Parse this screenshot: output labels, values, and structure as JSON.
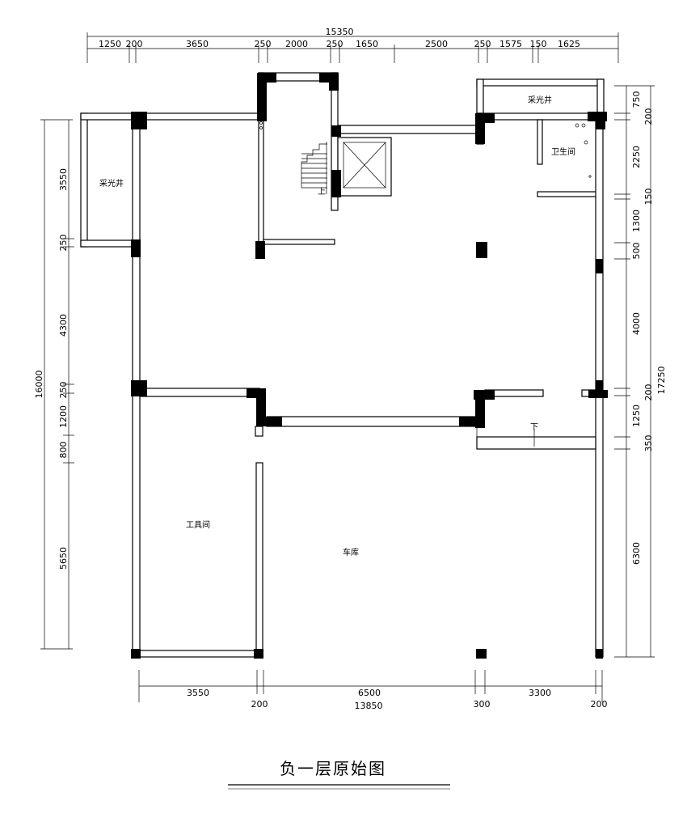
{
  "title": "负一层原始图",
  "rooms": {
    "skylight_left": "采光井",
    "skylight_right": "采光井",
    "bathroom": "卫生间",
    "tool_room": "工具间",
    "garage": "车库",
    "stair_up": "上",
    "stair_down": "下"
  },
  "dimensions": {
    "top_total": "15350",
    "top": [
      "1250",
      "200",
      "3650",
      "250",
      "2000",
      "250",
      "1650",
      "2500",
      "250",
      "1575",
      "150",
      "1625"
    ],
    "left_total": "16000",
    "left": [
      "3550",
      "250",
      "4300",
      "250",
      "1200",
      "800",
      "5650"
    ],
    "right_total": "17250",
    "right": [
      "750",
      "200",
      "2250",
      "150",
      "1300",
      "500",
      "4000",
      "200",
      "1250",
      "350",
      "6300"
    ],
    "bottom_total": "13850",
    "bottom_main": [
      "3550",
      "6500",
      "3300"
    ],
    "bottom_sub": [
      "200",
      "300",
      "200"
    ]
  }
}
